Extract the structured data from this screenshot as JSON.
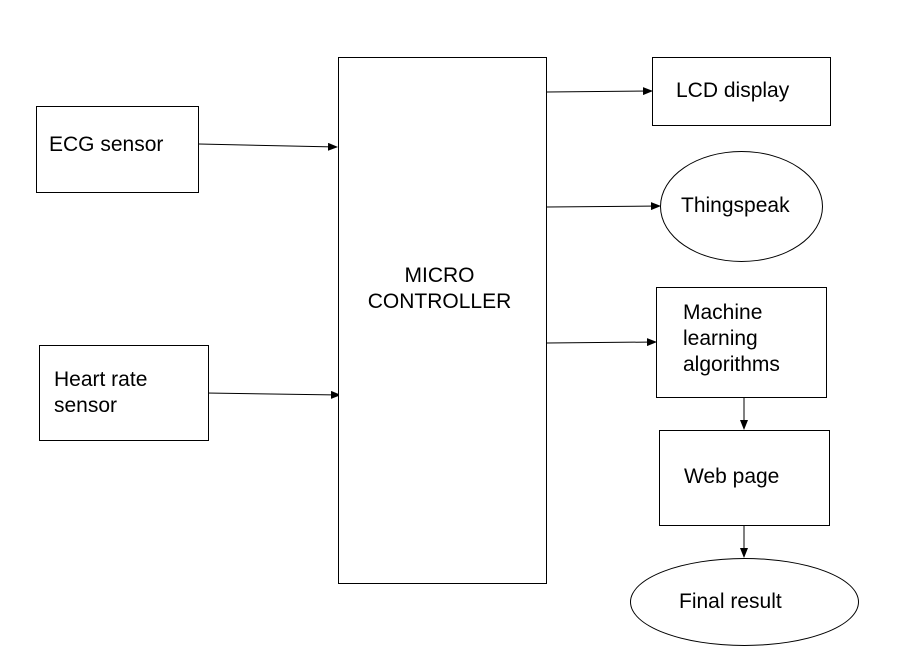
{
  "diagram": {
    "nodes": {
      "ecg_sensor": {
        "line1": "ECG sensor"
      },
      "heart_rate_sensor": {
        "line1": "Heart rate",
        "line2": "sensor"
      },
      "micro_controller": {
        "line1": "MICRO",
        "line2": "CONTROLLER"
      },
      "lcd_display": {
        "line1": "LCD display"
      },
      "thingspeak": {
        "line1": "Thingspeak"
      },
      "machine_learning": {
        "line1": "Machine",
        "line2": "learning",
        "line3": "algorithms"
      },
      "web_page": {
        "line1": "Web page"
      },
      "final_result": {
        "line1": "Final result"
      }
    },
    "edges": [
      {
        "from": "ecg_sensor",
        "to": "micro_controller"
      },
      {
        "from": "heart_rate_sensor",
        "to": "micro_controller"
      },
      {
        "from": "micro_controller",
        "to": "lcd_display"
      },
      {
        "from": "micro_controller",
        "to": "thingspeak"
      },
      {
        "from": "micro_controller",
        "to": "machine_learning"
      },
      {
        "from": "machine_learning",
        "to": "web_page"
      },
      {
        "from": "web_page",
        "to": "final_result"
      }
    ],
    "colors": {
      "stroke": "#000000",
      "background": "#ffffff",
      "text": "#000000"
    }
  }
}
